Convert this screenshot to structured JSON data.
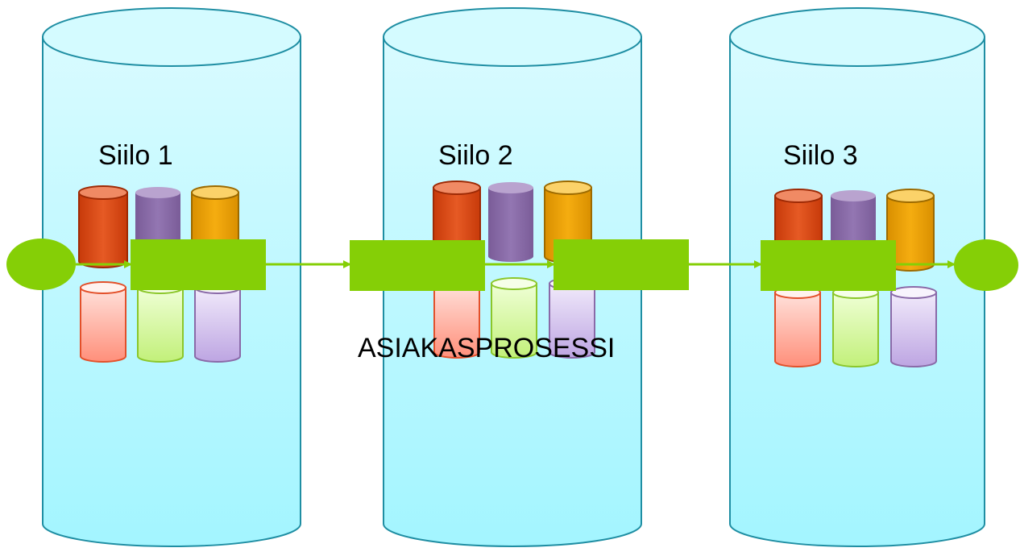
{
  "silos": [
    {
      "label": "Siilo 1"
    },
    {
      "label": "Siilo 2"
    },
    {
      "label": "Siilo 3"
    }
  ],
  "process": {
    "label": "ASIAKASPROSESSI"
  },
  "colors": {
    "silo_fill_top": "#d9fbff",
    "silo_fill_bottom": "#a3f5ff",
    "silo_stroke": "#1f8ea3",
    "accent_green": "#85cf06",
    "red": "#e04a14",
    "purple": "#8a6aa8",
    "orange": "#efa300",
    "light_red": "#ff9d8c",
    "light_green": "#cbf58a",
    "light_purple": "#c9b4e8"
  }
}
